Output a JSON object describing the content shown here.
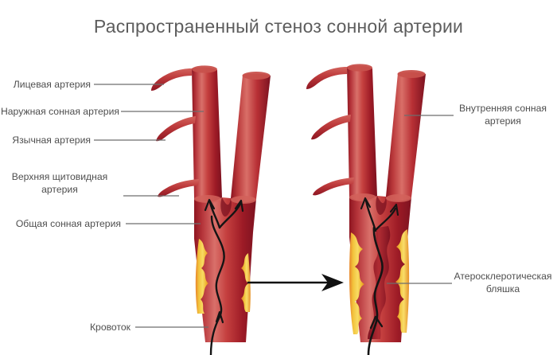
{
  "title": "Распространенный стеноз сонной артерии",
  "labels_left": [
    {
      "text": "Лицевая артерия",
      "line": "leader-facial-artery"
    },
    {
      "text": "Наружная сонная артерия",
      "line": "leader-external-carotid-artery"
    },
    {
      "text": "Язычная артерия",
      "line": "leader-lingual-artery"
    },
    {
      "text": "Верхняя щитовидная артерия",
      "line": "leader-superior-thyroid-artery"
    },
    {
      "text": "Общая сонная артерия",
      "line": "leader-common-carotid-artery"
    },
    {
      "text": "Кровоток",
      "line": "leader-blood-flow"
    }
  ],
  "labels_right": [
    {
      "text": "Внутренняя сонная артерия",
      "line": "leader-internal-carotid-artery"
    },
    {
      "text": "Атеросклеротическая бляшка",
      "line": "leader-atherosclerotic-plaque"
    }
  ],
  "colors": {
    "background": "#ffffff",
    "title_text": "#5d5d5d",
    "label_text": "#4f4f4f",
    "leader_line": "#6e6e6e",
    "artery_light": "#d96a63",
    "artery_mid": "#c13a3a",
    "artery_dark": "#9d1b26",
    "artery_deep": "#7d1220",
    "lumen_dark": "#8d1722",
    "plaque_light": "#f7d24a",
    "plaque_mid": "#efb52f",
    "plaque_edge": "#e8862a",
    "flow_arrow": "#141414",
    "progression_arrow": "#111111"
  },
  "figure": {
    "stages": [
      {
        "name": "moderate-stenosis-artery",
        "side": "left",
        "plaque_extent": "partial"
      },
      {
        "name": "severe-stenosis-artery",
        "side": "right",
        "plaque_extent": "extensive"
      }
    ],
    "progression_arrow": "→"
  }
}
